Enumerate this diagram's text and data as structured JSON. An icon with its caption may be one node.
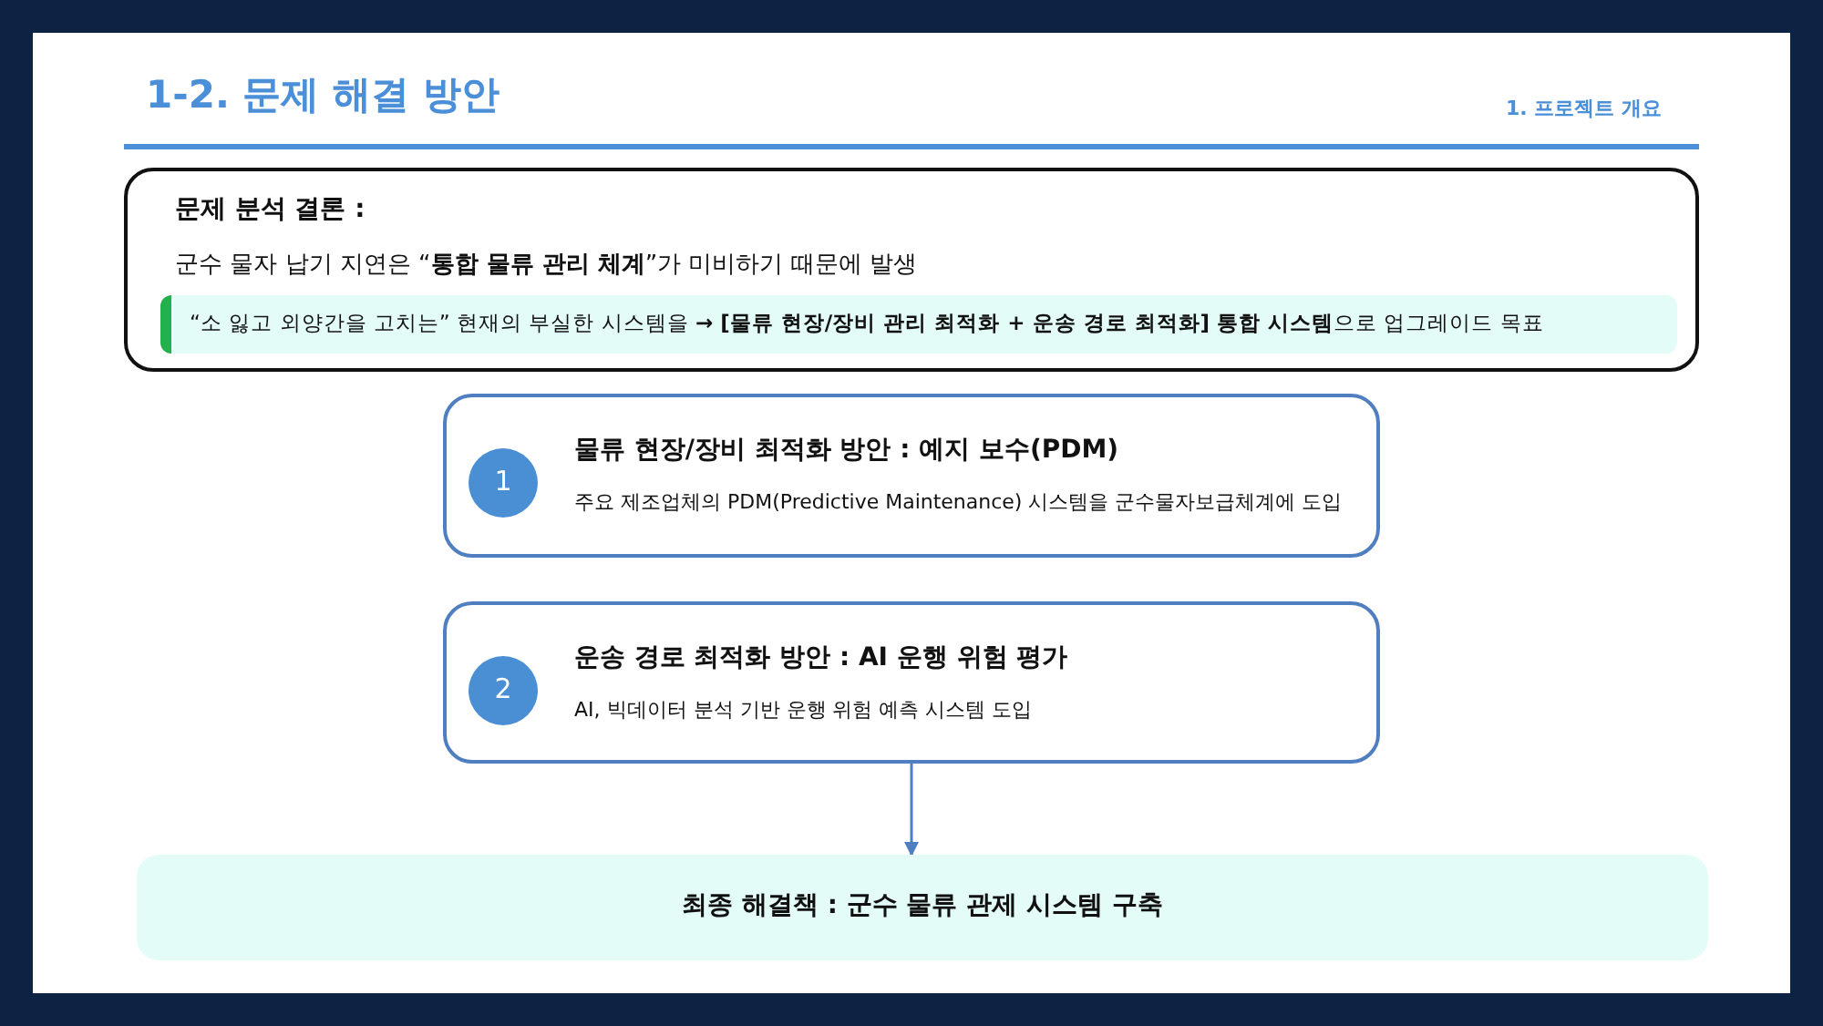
{
  "diagram": {
    "title": "1-2. 문제 해결 방안",
    "nodes": [
      {
        "text": [
          "문제 분석 결론 :",
          "군수 물자 납기 지연은 “**통합 물류 관리 체계**”가 미비하기 때문에 발생"
        ]
      },
      {
        "text": [
          "“소 잃고 외양간을 고치는” 현재의 부실한 시스템을 **→ [물류 현장/장비 관리 최적화 + 운송 경로 최적화] 통합 시스템**으로 업그레이드 목표"
        ],
        "in": 0
      },
      {
        "text": [
          "물류 현장/장비 최적화 방안 : 예지 보수(PDM)",
          "주요 제조업체의 PDM(Predictive Maintenance) 시스템을 군수물자보급체계에 도입"
        ]
      },
      {
        "text": [
          "1"
        ],
        "in": 2
      },
      {
        "text": [
          "운송 경로 최적화 방안 : AI 운행 위험 평가",
          "AI, 빅데이터 분석 기반 운행 위험 예측 시스템 도입"
        ]
      },
      {
        "text": [
          "2"
        ],
        "in": 4
      },
      {
        "text": [
          "최종 해결책 : 군수 물류 관제 시스템 구축"
        ]
      }
    ],
    "edges": [
      {
        "from": 4,
        "to": 6,
        "arrow": "to"
      }
    ],
    "labels": [
      "1. 프로젝트 개요"
    ]
  }
}
